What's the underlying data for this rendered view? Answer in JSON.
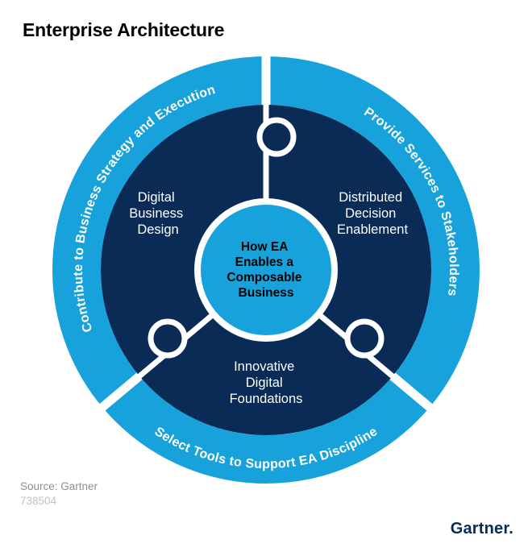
{
  "title": "Enterprise Architecture",
  "colors": {
    "light_blue": "#17A2DC",
    "navy": "#0A2B55"
  },
  "ring": {
    "segments": [
      {
        "label": "Contribute to Business Strategy and Execution"
      },
      {
        "label": "Provide Services to Stakeholders"
      },
      {
        "label": "Select Tools to Support EA Discipline"
      }
    ]
  },
  "wedges": [
    {
      "lines": [
        "Digital",
        "Business",
        "Design"
      ]
    },
    {
      "lines": [
        "Distributed",
        "Decision",
        "Enablement"
      ]
    },
    {
      "lines": [
        "Innovative",
        "Digital",
        "Foundations"
      ]
    }
  ],
  "center": {
    "lines": [
      "How EA",
      "Enables a",
      "Composable",
      "Business"
    ]
  },
  "footer": {
    "source": "Source: Gartner",
    "figure_number": "738504",
    "logo": "Gartner."
  }
}
